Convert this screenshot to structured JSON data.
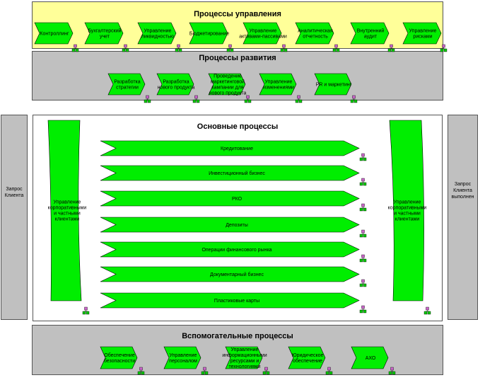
{
  "management": {
    "title": "Процессы управления",
    "items": [
      "Контроллинг",
      "Бухгалтерский учет",
      "Управление ликвидностью",
      "Бюджетирование",
      "Управление активами-пассивами",
      "Аналитическая отчетность",
      "Внутренний аудит",
      "Управление рисками"
    ]
  },
  "development": {
    "title": "Процессы развития",
    "items": [
      "Разработка стратегии",
      "Разработка нового продукта",
      "Проведение маркетинговой кампании для нового продукта",
      "Управление изменениями",
      "PR и маркетинг"
    ]
  },
  "core": {
    "title": "Основные процессы",
    "left_label": "Управление корпоративными и частными клиентами",
    "right_label": "Управление корпоративными и частными клиентами",
    "items": [
      "Кредитование",
      "Инвестиционный бизнес",
      "РКО",
      "Депозиты",
      "Операции финансового рынка",
      "Документарный бизнес",
      "Пластиковые карты"
    ]
  },
  "side": {
    "left": "Запрос Клиента",
    "right": "Запрос Клиента выполнен"
  },
  "support": {
    "title": "Вспомогательные процессы",
    "items": [
      "Обеспечение безопасности",
      "Управление персоналом",
      "Управление информационными ресурсами и технологиями",
      "Юридическое обеспечение",
      "АХО"
    ]
  },
  "colors": {
    "management_bg": "#ffff99",
    "band_bg": "#c0c0c0",
    "process_green": "#00ee00",
    "connector_green": "#00cc00",
    "connector_purple": "#cc66cc"
  }
}
